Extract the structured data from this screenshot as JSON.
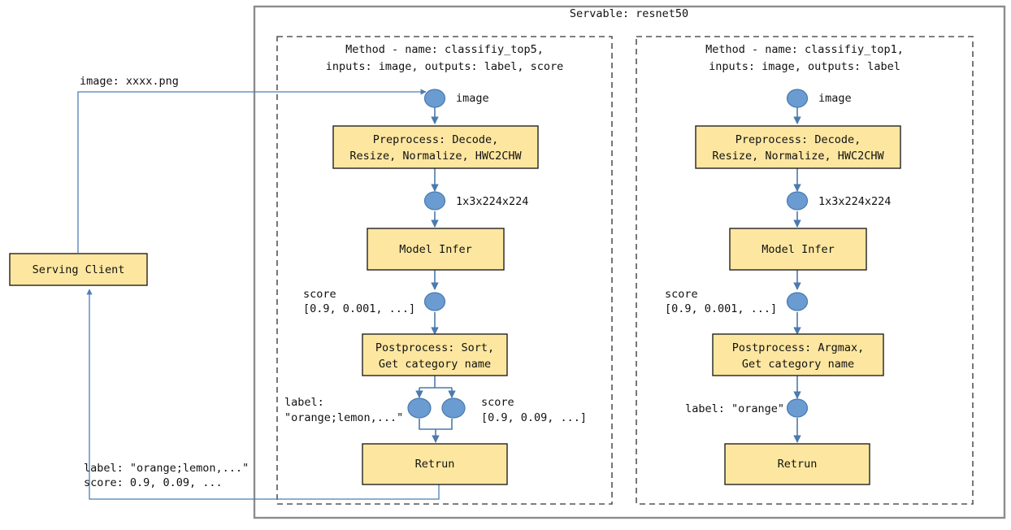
{
  "diagram": {
    "title": "Servable: resnet50",
    "outer_frame_label": "Servable: resnet50",
    "client": {
      "box_label": "Serving Client",
      "request_label": "image: xxxx.png",
      "response_label_line1": "label: \"orange;lemon,...\"",
      "response_label_line2": "score: 0.9, 0.09, ..."
    },
    "methods": [
      {
        "id": "classifiy_top5",
        "header_line1": "Method - name: classifiy_top5,",
        "header_line2": "inputs: image, outputs: label, score",
        "nodes": {
          "input_label": "image",
          "tensor_label": "1x3x224x224",
          "score_label_line1": "score",
          "score_label_line2": "[0.9, 0.001, ...]",
          "out_left_label_line1": "label:",
          "out_left_label_line2": "\"orange;lemon,...\"",
          "out_right_label_line1": "score",
          "out_right_label_line2": "[0.9, 0.09, ...]"
        },
        "steps": [
          {
            "line1": "Preprocess: Decode,",
            "line2": "Resize, Normalize, HWC2CHW"
          },
          {
            "line1": "Model Infer",
            "line2": ""
          },
          {
            "line1": "Postprocess: Sort,",
            "line2": "Get category name"
          },
          {
            "line1": "Retrun",
            "line2": ""
          }
        ]
      },
      {
        "id": "classifiy_top1",
        "header_line1": "Method - name: classifiy_top1,",
        "header_line2": "inputs: image, outputs: label",
        "nodes": {
          "input_label": "image",
          "tensor_label": "1x3x224x224",
          "score_label_line1": "score",
          "score_label_line2": "[0.9, 0.001, ...]",
          "out_label": "label: \"orange\""
        },
        "steps": [
          {
            "line1": "Preprocess: Decode,",
            "line2": "Resize, Normalize, HWC2CHW"
          },
          {
            "line1": "Model Infer",
            "line2": ""
          },
          {
            "line1": "Postprocess: Argmax,",
            "line2": "Get category name"
          },
          {
            "line1": "Retrun",
            "line2": ""
          }
        ]
      }
    ],
    "colors": {
      "box_fill": "#FDE7A0",
      "box_stroke": "#222222",
      "node_fill": "#6A9BD1",
      "flow_stroke": "#4A7AAE",
      "dashed_stroke": "#555555",
      "outer_stroke": "#8C8C8C",
      "text": "#111111"
    }
  }
}
